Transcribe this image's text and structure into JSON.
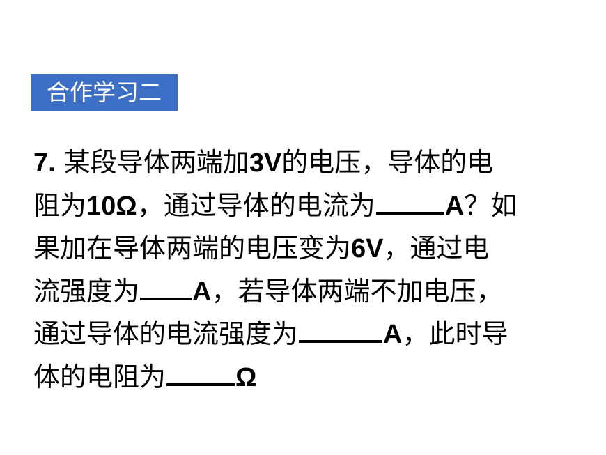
{
  "section_label": "合作学习二",
  "question": {
    "number": "7.",
    "line1": {
      "a": "某段导体两端加",
      "b": "3V",
      "c": "的电压，导体的电"
    },
    "line2": {
      "a": "阻为",
      "b": "10Ω",
      "c": "，通过导体的电流为",
      "d": "A",
      "e": "？如"
    },
    "line3": {
      "a": "果加在导体两端的电压变为",
      "b": "6V",
      "c": "，通过电"
    },
    "line4": {
      "a": "流强度为",
      "b": "A",
      "c": "，若导体两端不加电压，"
    },
    "line5": {
      "a": "通过导体的电流强度为",
      "b": "A",
      "c": "，此时导"
    },
    "line6": {
      "a": "体的电阻为",
      "b": "Ω"
    }
  },
  "colors": {
    "badge_background": "#3d6fc7",
    "badge_text": "#ffffff",
    "body_text": "#000000"
  }
}
